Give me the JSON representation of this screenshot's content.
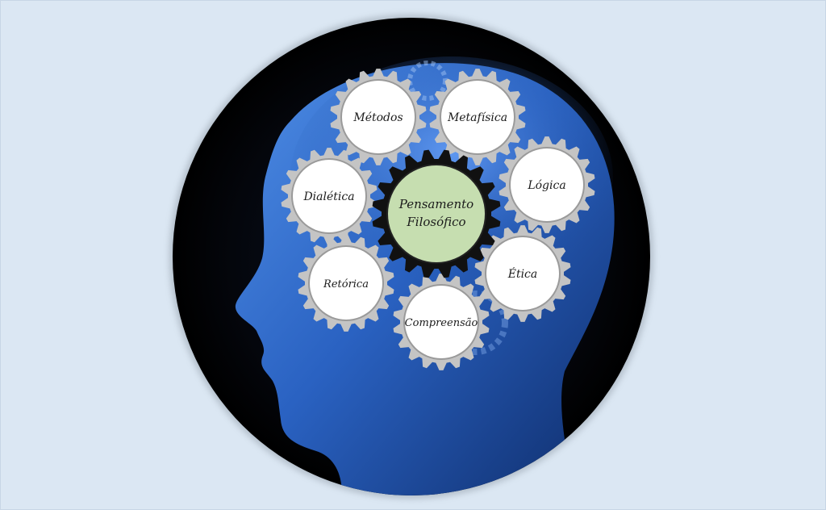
{
  "diagram": {
    "center": {
      "line1": "Pensamento",
      "line2": "Filosófico"
    },
    "gears": {
      "metodos": "Métodos",
      "metafisica": "Metafísica",
      "dialetica": "Dialética",
      "logica": "Lógica",
      "retorica": "Retórica",
      "etica": "Ética",
      "compreensao": "Compreensão"
    }
  },
  "colors": {
    "background": "#dbe7f3",
    "circle": "#05070d",
    "head": "#2a66c4",
    "gear_gray": "#c4c4c4",
    "gear_center": "#111111",
    "center_fill": "#c6deb0"
  }
}
